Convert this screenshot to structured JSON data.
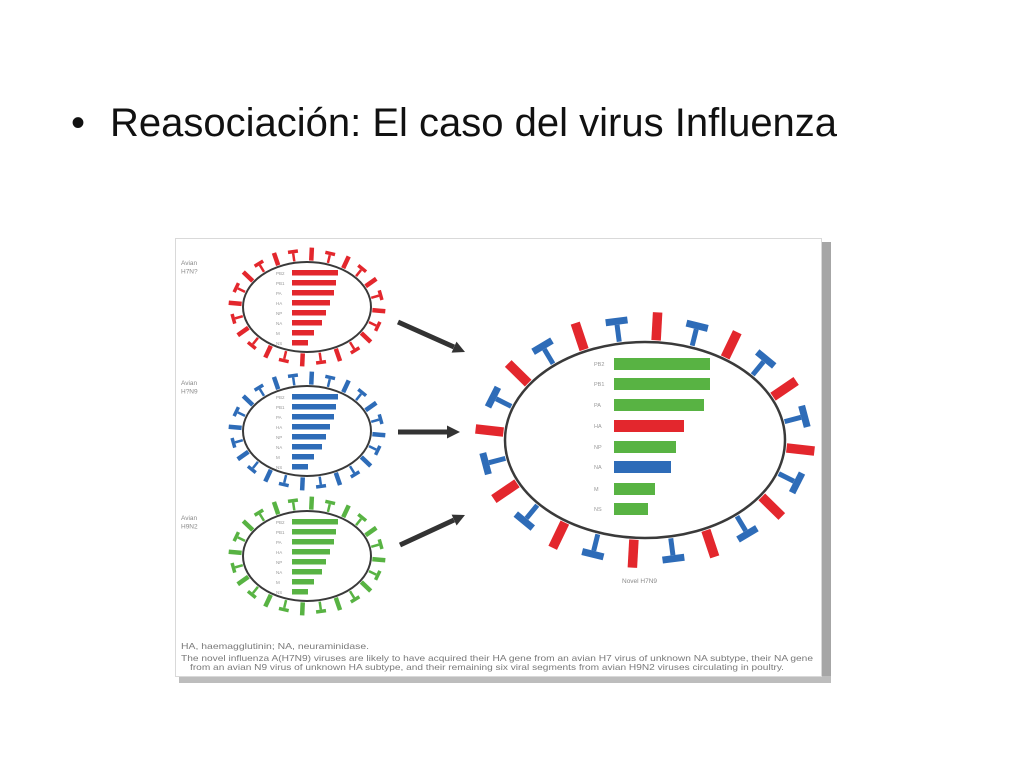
{
  "slide": {
    "bullet": "•",
    "title": "Reasociación: El caso del virus Influenza"
  },
  "figure": {
    "segment_names": [
      "PB2",
      "PB1",
      "PA",
      "HA",
      "NP",
      "NA",
      "M",
      "NS"
    ],
    "parents": [
      {
        "label": [
          "Avian",
          "H7N?"
        ],
        "color": "#e3272d"
      },
      {
        "label": [
          "Avian",
          "H?N9"
        ],
        "color": "#2e6cb8"
      },
      {
        "label": [
          "Avian",
          "H9N2"
        ],
        "color": "#58b343"
      }
    ],
    "novel": {
      "label": "Novel H7N9",
      "spike_colors": {
        "ha": "#e3272d",
        "na": "#2e6cb8"
      },
      "segments": [
        {
          "name": "PB2",
          "color": "#58b343"
        },
        {
          "name": "PB1",
          "color": "#58b343"
        },
        {
          "name": "PA",
          "color": "#58b343"
        },
        {
          "name": "HA",
          "color": "#e3272d"
        },
        {
          "name": "NP",
          "color": "#58b343"
        },
        {
          "name": "NA",
          "color": "#2e6cb8"
        },
        {
          "name": "M",
          "color": "#58b343"
        },
        {
          "name": "NS",
          "color": "#58b343"
        }
      ]
    },
    "legend": "HA, haemagglutinin; NA, neuraminidase.",
    "caption_lines": [
      "The novel influenza A(H7N9) viruses are likely to have acquired their HA gene from an avian H7 virus of unknown NA subtype, their NA gene",
      "from an avian N9 virus of unknown HA subtype, and their remaining six viral segments from avian H9N2 viruses circulating in poultry."
    ]
  },
  "colors": {
    "envelope": "#3a3a3a",
    "arrow": "#333333",
    "label_text": "#8a8a8a",
    "caption_text": "#7a7a7a"
  }
}
